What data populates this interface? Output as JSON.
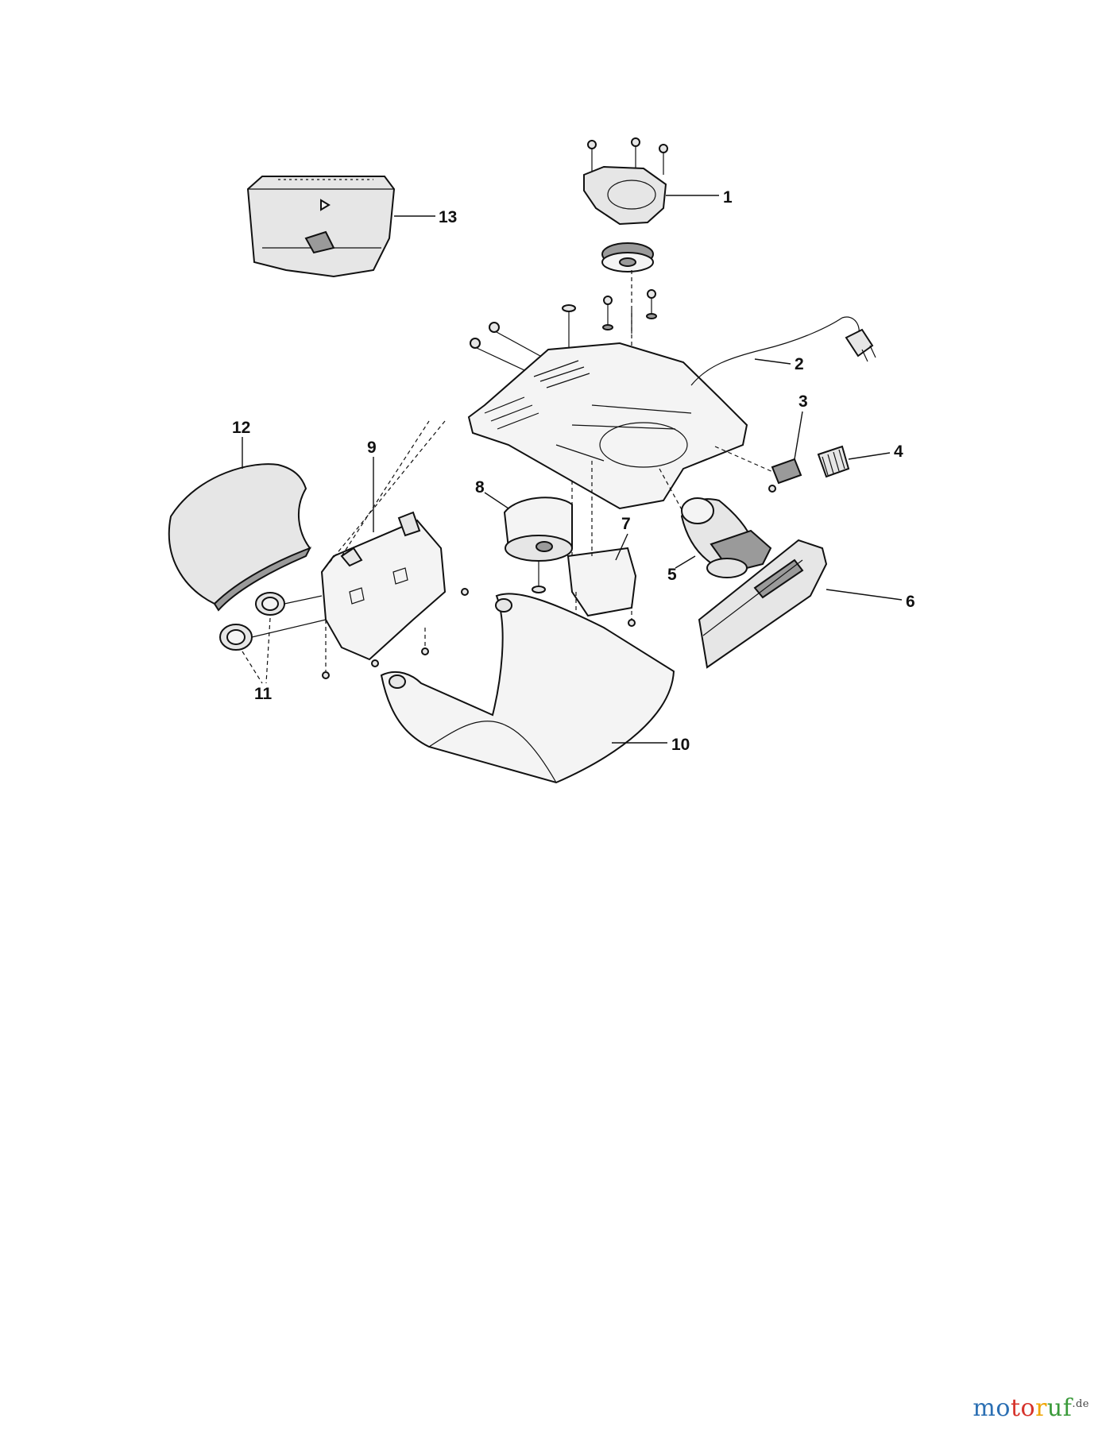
{
  "callouts": {
    "c1": "1",
    "c2": "2",
    "c3": "3",
    "c4": "4",
    "c5": "5",
    "c6": "6",
    "c7": "7",
    "c8": "8",
    "c9": "9",
    "c10": "10",
    "c11": "11",
    "c12": "12",
    "c13": "13"
  },
  "watermark": {
    "part1": "mo",
    "part2": "to",
    "part3": "r",
    "part4": "uf",
    "tld": ".de"
  },
  "colors": {
    "brand_blue": "#2b6fb3",
    "brand_red": "#d6332b",
    "brand_orange": "#f0a400",
    "brand_green": "#3a9a3a"
  }
}
